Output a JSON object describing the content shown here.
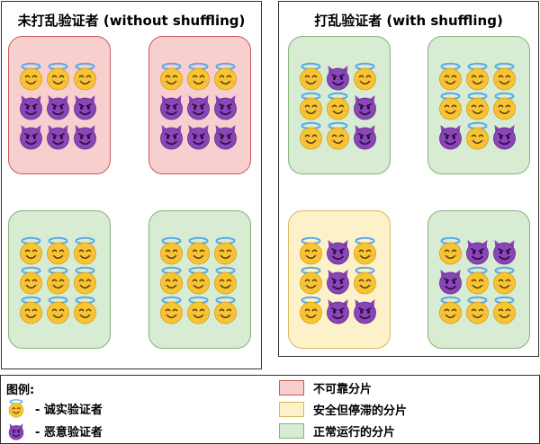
{
  "panels": {
    "left_title": "未打乱验证者 (without shuffling)",
    "right_title": "打乱验证者 (with shuffling)"
  },
  "shards": {
    "left": [
      {
        "status": "unreliable",
        "validators": [
          "honest",
          "honest",
          "honest",
          "malicious",
          "malicious",
          "malicious",
          "malicious",
          "malicious",
          "malicious"
        ]
      },
      {
        "status": "unreliable",
        "validators": [
          "honest",
          "honest",
          "honest",
          "malicious",
          "malicious",
          "malicious",
          "malicious",
          "malicious",
          "malicious"
        ]
      },
      {
        "status": "healthy",
        "validators": [
          "honest",
          "honest",
          "honest",
          "honest",
          "honest",
          "honest",
          "honest",
          "honest",
          "honest"
        ]
      },
      {
        "status": "healthy",
        "validators": [
          "honest",
          "honest",
          "honest",
          "honest",
          "honest",
          "honest",
          "honest",
          "honest",
          "honest"
        ]
      }
    ],
    "right": [
      {
        "status": "healthy",
        "validators": [
          "honest",
          "malicious",
          "honest",
          "honest",
          "honest",
          "malicious",
          "honest",
          "honest",
          "malicious"
        ]
      },
      {
        "status": "healthy",
        "validators": [
          "honest",
          "honest",
          "honest",
          "honest",
          "honest",
          "honest",
          "malicious",
          "honest",
          "malicious"
        ]
      },
      {
        "status": "stalled",
        "validators": [
          "honest",
          "malicious",
          "honest",
          "honest",
          "malicious",
          "honest",
          "honest",
          "malicious",
          "malicious"
        ]
      },
      {
        "status": "healthy",
        "validators": [
          "honest",
          "malicious",
          "malicious",
          "malicious",
          "honest",
          "honest",
          "honest",
          "honest",
          "honest"
        ]
      }
    ]
  },
  "legend": {
    "title": "图例:",
    "honest": "- 诚实验证者",
    "malicious": "- 恶意验证者",
    "unreliable": "不可靠分片",
    "stalled": "安全但停滞的分片",
    "healthy": "正常运行的分片"
  },
  "colors": {
    "unreliable_fill": "#f8cfcf",
    "stalled_fill": "#fdf1c9",
    "healthy_fill": "#d8ebd3",
    "honest_face": "#f7c531",
    "malicious_face": "#8a46b8"
  },
  "icons": {
    "honest": "smiling-face-with-halo-icon",
    "malicious": "smiling-face-with-horns-icon"
  }
}
